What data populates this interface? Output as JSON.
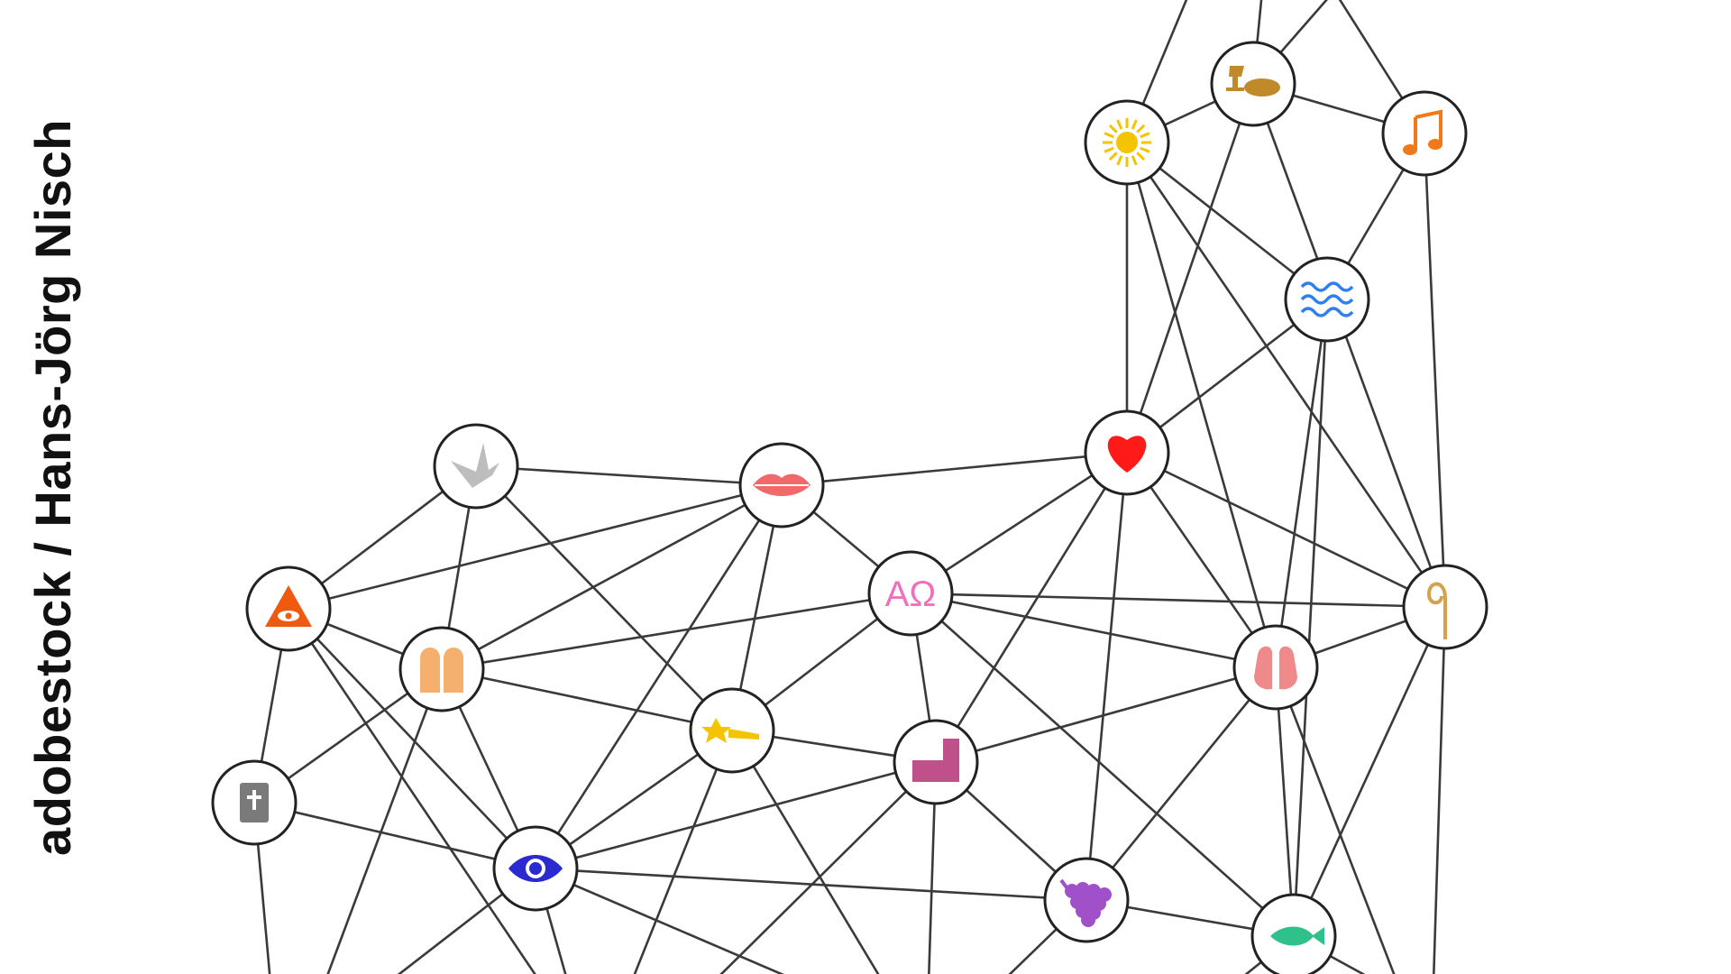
{
  "credit": "adobestock / Hans-Jörg Nisch",
  "colors": {
    "edge": "#3a3a3a",
    "node_stroke": "#222222",
    "node_fill": "#ffffff"
  },
  "nodes": [
    {
      "id": "sun",
      "icon": "sun-icon",
      "color": "#f5c400"
    },
    {
      "id": "chalice",
      "icon": "chalice-bread-icon",
      "color": "#c08a2a"
    },
    {
      "id": "music",
      "icon": "music-note-icon",
      "color": "#f07a1a"
    },
    {
      "id": "water",
      "icon": "water-waves-icon",
      "color": "#2f7ff0"
    },
    {
      "id": "heart",
      "icon": "heart-icon",
      "color": "#ff1a1a"
    },
    {
      "id": "crozier",
      "icon": "bishop-staff-icon",
      "color": "#d4a24c"
    },
    {
      "id": "dove",
      "icon": "dove-icon",
      "color": "#bdbdbd"
    },
    {
      "id": "lips",
      "icon": "lips-icon",
      "color": "#f06a6a"
    },
    {
      "id": "alphaomega",
      "icon": "alpha-omega-icon",
      "color": "#f070c0",
      "text": "ΑΩ"
    },
    {
      "id": "hands",
      "icon": "praying-hands-icon",
      "color": "#f08a8a"
    },
    {
      "id": "eyetri",
      "icon": "eye-triangle-icon",
      "color": "#f05a10"
    },
    {
      "id": "tablets",
      "icon": "stone-tablets-icon",
      "color": "#f5b070"
    },
    {
      "id": "star",
      "icon": "shooting-star-icon",
      "color": "#f5c400"
    },
    {
      "id": "chair",
      "icon": "chair-icon",
      "color": "#c0508a"
    },
    {
      "id": "bible",
      "icon": "bible-icon",
      "color": "#7a7a7a"
    },
    {
      "id": "eye",
      "icon": "eye-icon",
      "color": "#2a2ad0"
    },
    {
      "id": "grapes",
      "icon": "grapes-icon",
      "color": "#a050c8"
    },
    {
      "id": "fish",
      "icon": "fish-icon",
      "color": "#30c08a"
    }
  ]
}
